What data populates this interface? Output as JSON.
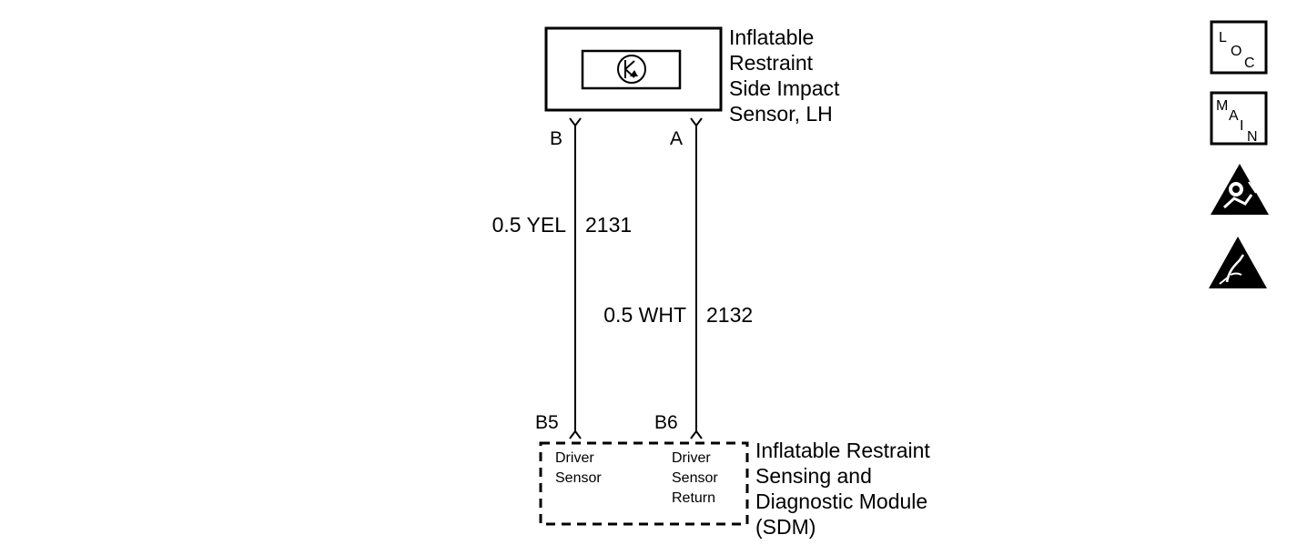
{
  "sensor": {
    "name_lines": [
      "Inflatable",
      "Restraint",
      "Side Impact",
      "Sensor, LH"
    ],
    "pin_b": "B",
    "pin_a": "A"
  },
  "wires": [
    {
      "gauge_color": "0.5 YEL",
      "circuit": "2131"
    },
    {
      "gauge_color": "0.5 WHT",
      "circuit": "2132"
    }
  ],
  "sdm": {
    "pin_b5": "B5",
    "pin_b6": "B6",
    "terminal_b5_lines": [
      "Driver",
      "Sensor"
    ],
    "terminal_b6_lines": [
      "Driver",
      "Sensor",
      "Return"
    ],
    "name_lines": [
      "Inflatable Restraint",
      "Sensing and",
      "Diagnostic Module",
      "(SDM)"
    ]
  },
  "legend_icons": [
    {
      "icon": "loc-icon",
      "letters": [
        "L",
        "O",
        "C"
      ]
    },
    {
      "icon": "main-icon",
      "letters": [
        "M",
        "A",
        "I",
        "N"
      ]
    },
    {
      "icon": "airbag-warning-icon"
    },
    {
      "icon": "esd-warning-icon"
    }
  ]
}
